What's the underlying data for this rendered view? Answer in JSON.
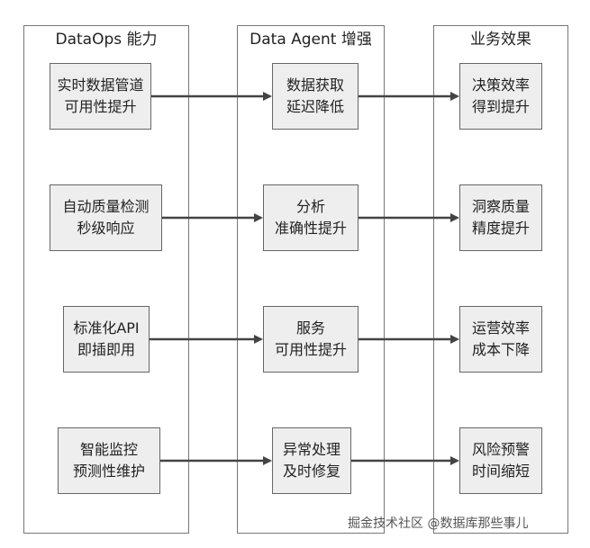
{
  "columns": [
    {
      "title": "DataOps 能力",
      "nodes": [
        [
          "实时数据管道",
          "可用性提升"
        ],
        [
          "自动质量检测",
          "秒级响应"
        ],
        [
          "标准化API",
          "即插即用"
        ],
        [
          "智能监控",
          "预测性维护"
        ]
      ]
    },
    {
      "title": "Data Agent 增强",
      "nodes": [
        [
          "数据获取",
          "延迟降低"
        ],
        [
          "分析",
          "准确性提升"
        ],
        [
          "服务",
          "可用性提升"
        ],
        [
          "异常处理",
          "及时修复"
        ]
      ]
    },
    {
      "title": "业务效果",
      "nodes": [
        [
          "决策效率",
          "得到提升"
        ],
        [
          "洞察质量",
          "精度提升"
        ],
        [
          "运营效率",
          "成本下降"
        ],
        [
          "风险预警",
          "时间缩短"
        ]
      ]
    }
  ],
  "watermark": "掘金技术社区 @数据库那些事儿"
}
